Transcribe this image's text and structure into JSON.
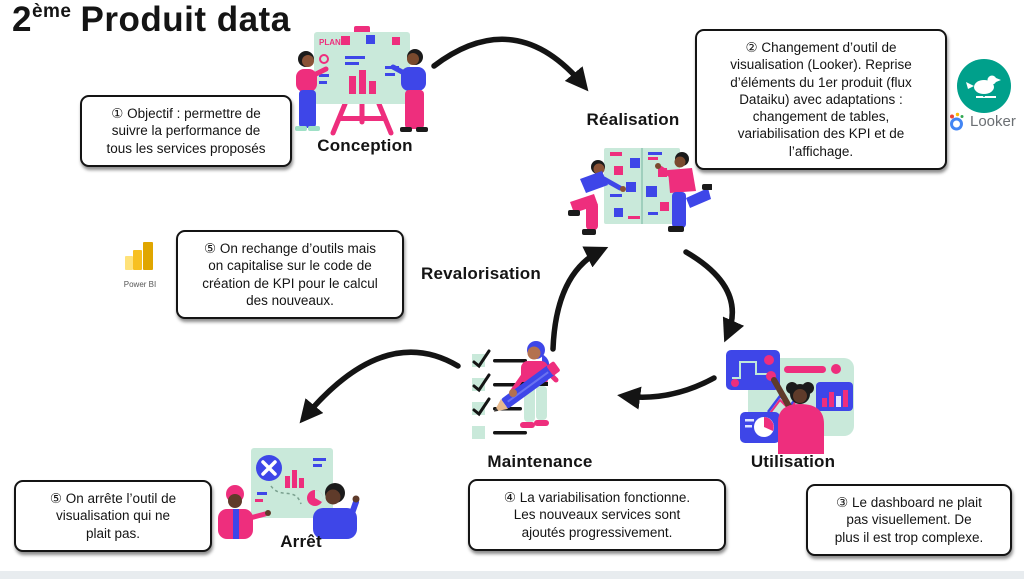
{
  "title": {
    "number": "2",
    "superscript": "ème",
    "text": "Produit data"
  },
  "stages": {
    "conception": {
      "label": "Conception"
    },
    "realisation": {
      "label": "Réalisation"
    },
    "utilisation": {
      "label": "Utilisation"
    },
    "maintenance": {
      "label": "Maintenance"
    },
    "arret": {
      "label": "Arrêt"
    },
    "revalorisation": {
      "label": "Revalorisation"
    }
  },
  "notes": {
    "objectif": {
      "number": "①",
      "text": "Objectif : permettre de\nsuivre la performance de\ntous les services proposés"
    },
    "changement_outil": {
      "number": "②",
      "text": "Changement d’outil de\nvisualisation (Looker). Reprise\nd’éléments du 1er produit (flux\nDataiku) avec adaptations :\nchangement de tables,\nvariabilisation des KPI et de\nl’affichage."
    },
    "dashboard": {
      "number": "③",
      "text": "Le dashboard ne plait\npas visuellement. De\nplus il est trop complexe."
    },
    "variabilisation": {
      "number": "④",
      "text": "La variabilisation fonctionne.\nLes nouveaux services sont\najoutés progressivement."
    },
    "rechange_outils": {
      "number": "⑤",
      "text": "On rechange d’outils mais\non capitalise sur le code de\ncréation de KPI pour le calcul\ndes nouveaux."
    },
    "arret_outil": {
      "number": "⑤",
      "text": "On arrête l’outil de\nvisualisation qui ne\nplait pas."
    }
  },
  "illustrations": {
    "conception": {
      "board_text": "PLAN"
    }
  },
  "logos": {
    "power_bi": {
      "label": "Power BI"
    },
    "looker": {
      "label": "Looker"
    }
  },
  "colors": {
    "accent_pink": "#EE2E7D",
    "accent_blue": "#3E46E8",
    "mint": "#C9E9DA",
    "dataiku_teal": "#00A08B",
    "power_bi_yellow": "#F2C811",
    "arrow_black": "#141414",
    "footer_bar": "#E8ECEF"
  }
}
